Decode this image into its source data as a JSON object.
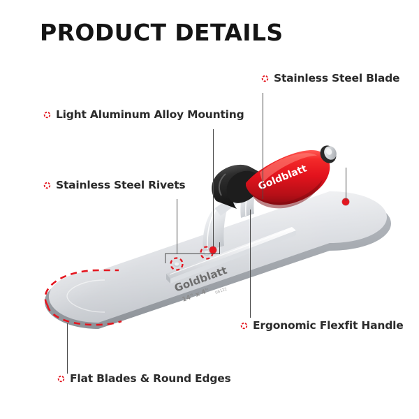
{
  "header": {
    "title": "PRODUCT DETAILS"
  },
  "theme": {
    "accent_red": "#e4161f",
    "handle_red": "#e8161f",
    "handle_red_dark": "#a90d16",
    "handle_black": "#2b2b2b",
    "blade_silver": "#d8dade",
    "label_text": "#2b2b2b",
    "leader_line": "#4a4a4a",
    "title_text": "#141414"
  },
  "callouts": [
    {
      "id": "stainless-steel-blade",
      "label": "Stainless Steel Blade",
      "marker": "red-ring-icon"
    },
    {
      "id": "light-aluminum-alloy-mounting",
      "label": "Light Aluminum Alloy Mounting",
      "marker": "red-ring-icon"
    },
    {
      "id": "stainless-steel-rivets",
      "label": "Stainless Steel Rivets",
      "marker": "red-ring-icon"
    },
    {
      "id": "ergonomic-flexfit-handle",
      "label": "Ergonomic Flexfit Handle",
      "marker": "red-ring-icon"
    },
    {
      "id": "flat-blades-round-edges",
      "label": "Flat Blades & Round Edges",
      "marker": "red-ring-icon"
    }
  ],
  "product": {
    "handle_brand": "Goldblatt",
    "blade_brand": "Goldblatt",
    "blade_size": "14\" x 4\"",
    "blade_code": "06122"
  }
}
